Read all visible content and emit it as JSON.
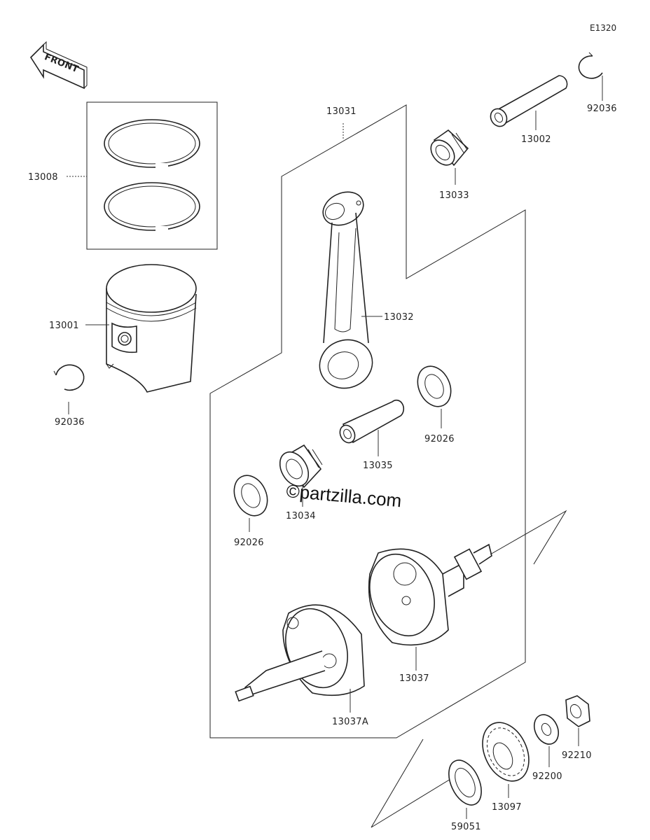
{
  "diagram_code": "E1320",
  "front_label": "FRONT",
  "watermark": "©partzilla.com",
  "parts": {
    "p13008": "13008",
    "p13001": "13001",
    "p92036_left": "92036",
    "p92036_right": "92036",
    "p13002": "13002",
    "p13033": "13033",
    "p13031": "13031",
    "p13032": "13032",
    "p92026_right": "92026",
    "p13035": "13035",
    "p13034": "13034",
    "p92026_left": "92026",
    "p13037": "13037",
    "p13037A": "13037A",
    "p92210": "92210",
    "p92200": "92200",
    "p13097": "13097",
    "p59051": "59051"
  }
}
